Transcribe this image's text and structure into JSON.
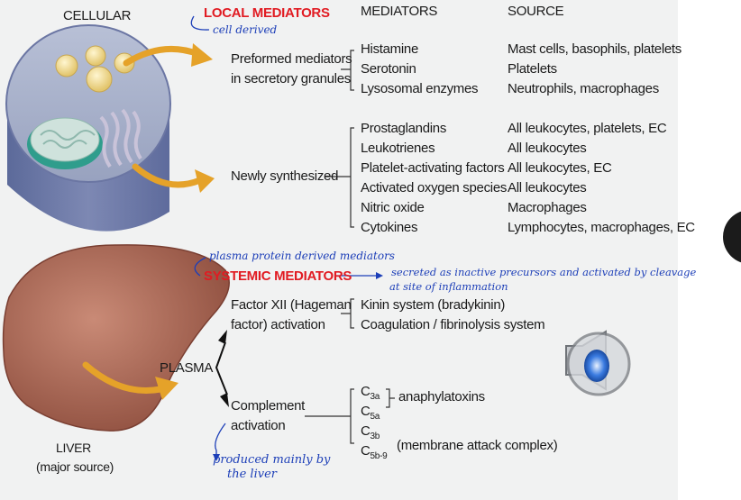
{
  "headers": {
    "cellular": "CELLULAR",
    "mediators": "MEDIATORS",
    "source": "SOURCE"
  },
  "local": {
    "title": "LOCAL MEDIATORS",
    "note": "cell derived",
    "preformed_label": [
      "Preformed mediators",
      "in secretory granules"
    ],
    "preformed_items": [
      "Histamine",
      "Serotonin",
      "Lysosomal enzymes"
    ],
    "preformed_sources": [
      "Mast cells, basophils, platelets",
      "Platelets",
      "Neutrophils, macrophages"
    ],
    "synth_label": "Newly synthesized",
    "synth_items": [
      "Prostaglandins",
      "Leukotrienes",
      "Platelet-activating factors",
      "Activated oxygen species",
      "Nitric oxide",
      "Cytokines"
    ],
    "synth_sources": [
      "All leukocytes, platelets, EC",
      "All leukocytes",
      "All leukocytes, EC",
      "All leukocytes",
      "Macrophages",
      "Lymphocytes, macrophages, EC"
    ]
  },
  "systemic": {
    "note_top": "plasma protein derived mediators",
    "title": "SYSTEMIC MEDIATORS",
    "note_right_1": "secreted as inactive precursors and activated by cleavage",
    "note_right_2": "at site of inflammation",
    "factor_label": [
      "Factor XII (Hageman",
      "factor) activation"
    ],
    "factor_items": [
      "Kinin system (bradykinin)",
      "Coagulation / fibrinolysis system"
    ],
    "plasma": "PLASMA",
    "complement_label": [
      "Complement",
      "activation"
    ],
    "complement_items": {
      "c3a": {
        "base": "C",
        "sub": "3a"
      },
      "c5a": {
        "base": "C",
        "sub": "5a"
      },
      "c3b": {
        "base": "C",
        "sub": "3b"
      },
      "c5b9": {
        "base": "C",
        "sub": "5b-9"
      }
    },
    "anaphylatoxins": "anaphylatoxins",
    "mac": "(membrane attack complex)",
    "note_bottom": [
      "produced mainly by",
      "the liver"
    ]
  },
  "liver": {
    "label": "LIVER",
    "sub": "(major source)"
  },
  "icons": {
    "speaker": "speaker-icon"
  }
}
